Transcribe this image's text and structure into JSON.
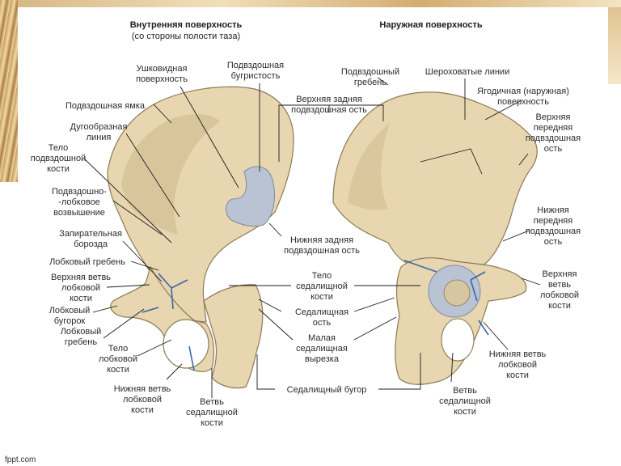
{
  "headers": {
    "inner_title": "Внутренняя поверхность",
    "inner_subtitle": "(со стороны полости таза)",
    "outer_title": "Наружная поверхность"
  },
  "labels_inner": {
    "auricular_surface": [
      "Ушковидная",
      "поверхность"
    ],
    "iliac_tuberosity": [
      "Подвздошная",
      "бугристость"
    ],
    "iliac_fossa": [
      "Подвздошная ямка"
    ],
    "arcuate_line": [
      "Дугообразная",
      "линия"
    ],
    "ilium_body": [
      "Тело",
      "подвздошной",
      "кости"
    ],
    "iliopubic_eminence": [
      "Подвздошно-",
      "-лобковое",
      "возвышение"
    ],
    "obturator_groove": [
      "Запирательная",
      "борозда"
    ],
    "pubic_pecten": [
      "Лобковый гребень"
    ],
    "superior_pubic_ramus": [
      "Верхняя ветвь",
      "лобковой",
      "кости"
    ],
    "pubic_tubercle": [
      "Лобковый",
      "бугорок"
    ],
    "pubic_crest": [
      "Лобковый",
      "гребень"
    ],
    "pubis_body": [
      "Тело",
      "лобковой",
      "кости"
    ],
    "inferior_pubic_ramus": [
      "Нижняя ветвь",
      "лобковой",
      "кости"
    ],
    "ischial_ramus": [
      "Ветвь",
      "седалищной",
      "кости"
    ]
  },
  "labels_center": {
    "posterior_superior_spine": [
      "Верхняя задняя",
      "подвздошная ость"
    ],
    "posterior_inferior_spine": [
      "Нижняя задняя",
      "подвздошная ость"
    ],
    "ischium_body": [
      "Тело",
      "седалищной",
      "кости"
    ],
    "ischial_spine": [
      "Седалищная",
      "ость"
    ],
    "lesser_sciatic_notch": [
      "Малая",
      "седалищная",
      "вырезка"
    ],
    "ischial_tuberosity": [
      "Седалищный бугор"
    ]
  },
  "labels_outer": {
    "iliac_crest": [
      "Подвздошный",
      "гребень"
    ],
    "gluteal_lines": [
      "Шероховатые линии"
    ],
    "gluteal_surface": [
      "Ягодичная (наружная)",
      "поверхность"
    ],
    "anterior_superior_spine": [
      "Верхняя",
      "передняя",
      "подвздошная",
      "ость"
    ],
    "anterior_inferior_spine": [
      "Нижняя",
      "передняя",
      "подвздошная",
      "ость"
    ],
    "superior_pubic_ramus": [
      "Верхняя",
      "ветвь",
      "лобковой",
      "кости"
    ],
    "inferior_pubic_ramus": [
      "Нижняя ветвь",
      "лобковой",
      "кости"
    ],
    "ischial_ramus": [
      "Ветвь",
      "седалищной",
      "кости"
    ]
  },
  "footer": {
    "source": "fppt.com"
  },
  "colors": {
    "bone": "#e7d6b0",
    "articular": "#b9c3d3",
    "suture": "#3b66a8",
    "background_frame": "#d7b887"
  }
}
